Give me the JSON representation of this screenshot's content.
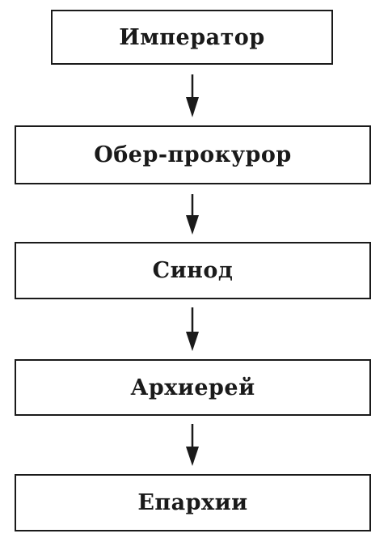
{
  "diagram": {
    "nodes": [
      {
        "label": "Император"
      },
      {
        "label": "Обер-прокурор"
      },
      {
        "label": "Синод"
      },
      {
        "label": "Архиерей"
      },
      {
        "label": "Епархии"
      }
    ],
    "edges": [
      {
        "from": 0,
        "to": 1
      },
      {
        "from": 1,
        "to": 2
      },
      {
        "from": 2,
        "to": 3
      },
      {
        "from": 3,
        "to": 4
      }
    ],
    "colors": {
      "stroke": "#1a1a1a",
      "background": "#ffffff"
    }
  }
}
